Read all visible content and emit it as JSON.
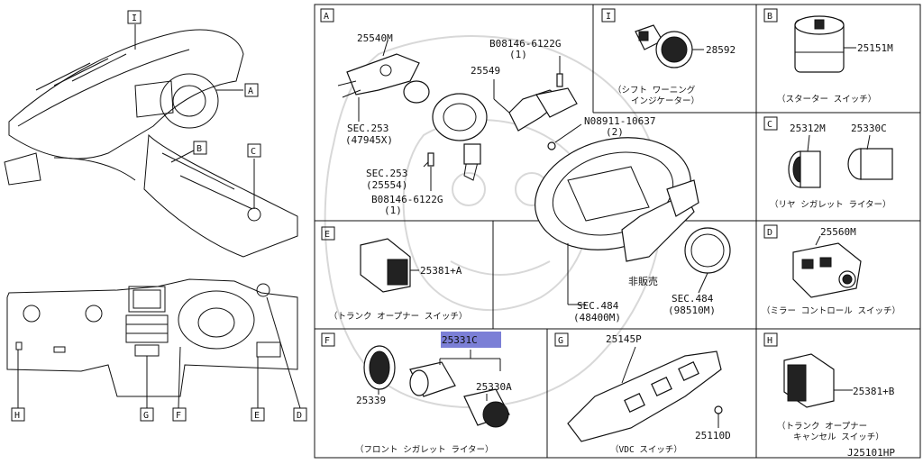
{
  "drawing_id": "J25101HP",
  "sections": {
    "I_top": {
      "tag": "I",
      "parts": [
        "28592"
      ],
      "caption_line1": "（シフト ワーニング",
      "caption_line2": "インジケーター）"
    },
    "B": {
      "tag": "B",
      "parts": [
        "25151M"
      ],
      "caption": "（スターター スイッチ）"
    },
    "C": {
      "tag": "C",
      "parts": [
        "25312M",
        "25330C"
      ],
      "caption": "（リヤ シガレット ライター）"
    },
    "D": {
      "tag": "D",
      "parts": [
        "25560M"
      ],
      "caption": "（ミラー コントロール スイッチ）"
    },
    "E": {
      "tag": "E",
      "parts": [
        "25381+A"
      ],
      "caption": "（トランク オープナー スイッチ）"
    },
    "F": {
      "tag": "F",
      "parts": [
        "25331C",
        "25339",
        "25330A"
      ],
      "caption": "（フロント シガレット ライター）"
    },
    "G": {
      "tag": "G",
      "parts": [
        "25145P",
        "25110D"
      ],
      "caption": "（VDC スイッチ）"
    },
    "H": {
      "tag": "H",
      "parts": [
        "25381+B"
      ],
      "caption_line1": "（トランク オープナー",
      "caption_line2": "キャンセル スイッチ）"
    },
    "A": {
      "tag": "A",
      "parts": [
        "25540M",
        "SEC.253",
        "(47945X)",
        "SEC.253",
        "(25554)",
        "B08146-6122G",
        "(1)",
        "B08146-6122G",
        "(1)",
        "25549",
        "N08911-10637",
        "(2)",
        "非販売",
        "SEC.484",
        "(48400M)",
        "SEC.484",
        "(98510M)"
      ]
    }
  },
  "overview": {
    "upper_tags": [
      "I",
      "A",
      "B",
      "C"
    ],
    "lower_tags": [
      "H",
      "G",
      "F",
      "E",
      "D"
    ]
  },
  "colors": {
    "highlight": "#7b7fd6",
    "line": "#111111",
    "background": "#ffffff"
  }
}
